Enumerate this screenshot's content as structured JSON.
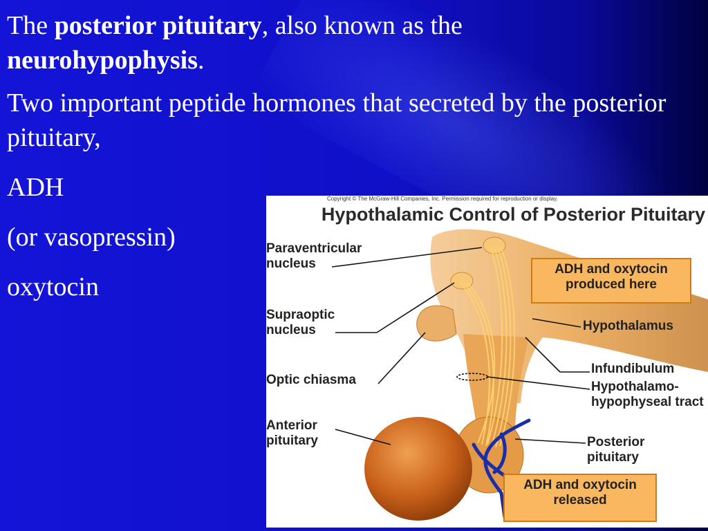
{
  "text": {
    "line1_pre": "The ",
    "line1_bold": "posterior pituitary",
    "line1_post": ", also known as the",
    "line2_bold": "neurohypophysis",
    "line2_post": ".",
    "para2": "Two important peptide hormones that secreted by the posterior pituitary,",
    "item1": "ADH",
    "item2": "(or vasopressin)",
    "item3": "oxytocin"
  },
  "figure": {
    "copyright": "Copyright © The McGraw-Hill Companies, Inc. Permission required for reproduction or display.",
    "title": "Hypothalamic Control of Posterior Pituitary",
    "labels": {
      "paraventricular": "Paraventricular nucleus",
      "supraoptic": "Supraoptic nucleus",
      "optic_chiasma": "Optic chiasma",
      "anterior_pituitary": "Anterior pituitary",
      "hypothalamus": "Hypothalamus",
      "infundibulum": "Infundibulum",
      "tract": "Hypothalamo- hypophyseal tract",
      "posterior_pituitary": "Posterior pituitary"
    },
    "boxes": {
      "produced": "ADH and oxytocin produced here",
      "released": "ADH and oxytocin released"
    },
    "colors": {
      "tissue": "#e8a24a",
      "anterior": "#c8601a",
      "axons": "#ffd070",
      "vessels": "#1a2ea8",
      "box_fill": "#f9b860"
    }
  }
}
